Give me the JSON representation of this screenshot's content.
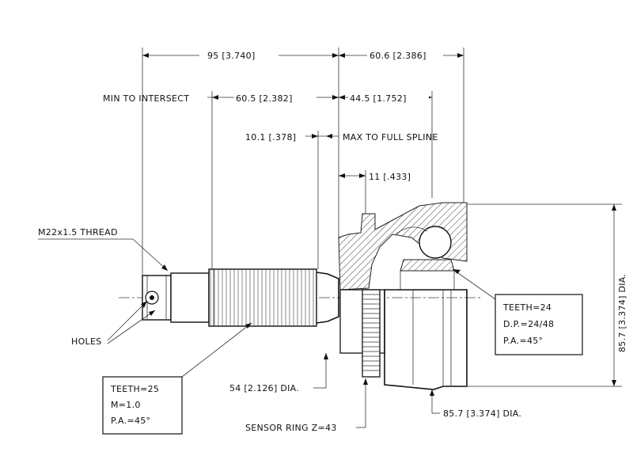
{
  "dimensions": {
    "d95": "95 [3.740]",
    "d60_6": "60.6 [2.386]",
    "min_intersect": "MIN TO INTERSECT",
    "d60_5": "60.5 [2.382]",
    "d44_5": "44.5 [1.752]",
    "d10_1": "10.1 [.378]",
    "max_full_spline": "MAX TO FULL SPLINE",
    "d11": "11 [.433]",
    "d54": "54 [2.126] DIA.",
    "d85_7_bottom": "85.7 [3.374] DIA.",
    "d85_7_right": "85.7 [3.374] DIA.",
    "sensor_ring": "SENSOR RING Z=43",
    "thread": "M22x1.5 THREAD",
    "holes": "HOLES"
  },
  "left_box": {
    "line1": "TEETH=25",
    "line2": "M=1.0",
    "line3": "P.A.=45°"
  },
  "right_box": {
    "line1": "TEETH=24",
    "line2": "D.P.=24/48",
    "line3": "P.A.=45°"
  }
}
